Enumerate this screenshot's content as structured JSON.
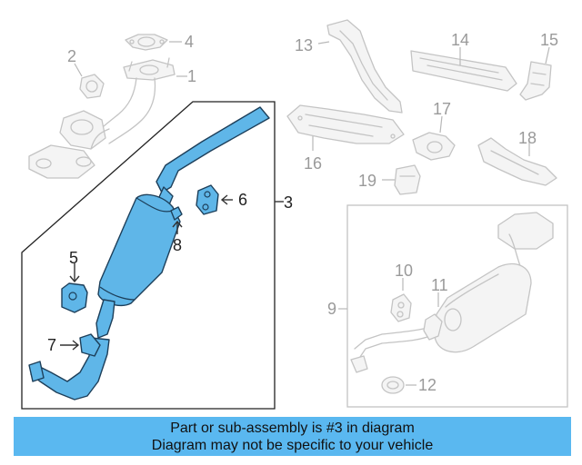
{
  "diagram": {
    "callouts": {
      "c1": "1",
      "c2": "2",
      "c3": "3",
      "c4": "4",
      "c5": "5",
      "c6": "6",
      "c7": "7",
      "c8": "8",
      "c9": "9",
      "c10": "10",
      "c11": "11",
      "c12": "12",
      "c13": "13",
      "c14": "14",
      "c15": "15",
      "c16": "16",
      "c17": "17",
      "c18": "18",
      "c19": "19"
    },
    "highlight_color": "#5fb6e8",
    "ghost_color": "#c4c4c4"
  },
  "banner": {
    "line1": "Part or sub-assembly is #3 in diagram",
    "line2": "Diagram may not be specific to your vehicle",
    "background": "#5ab8f0"
  }
}
